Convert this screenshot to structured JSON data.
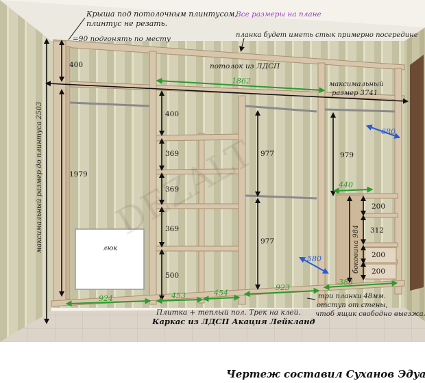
{
  "notes": {
    "roof": "Крыша под потолочным плинтусом,",
    "roof2": "плинтус не резать.",
    "all_sizes": "Все размеры  на плане",
    "fit": "=90 подгонять по месту",
    "plank_joint": "планка будет иметь стык примерно посередине",
    "ceiling": "потолок из ЛДСП",
    "max_size": "максимальный",
    "max_size2": "размер 3741",
    "side_max": "максимальный  размер до плинтуса 2503",
    "hatch": "люк",
    "side_wall": "боковина 984",
    "floor": "Плитка + теплый пол. Трек на клей.",
    "frame": "Каркас из ЛДСП Акация Лейкланд",
    "planks": "три планки 48мм.",
    "offset": "отступ от стены,",
    "drawer": "чтоб ящик свободно выезжал",
    "watermark": "DEZALT",
    "credit": "Чертеж составил Суханов Эдуард"
  },
  "dims": {
    "d400_top": "400",
    "d1862": "1862",
    "d400_a": "400",
    "d1979": "1979",
    "d369_a": "369",
    "d369_b": "369",
    "d369_c": "369",
    "d500": "500",
    "d977_a": "977",
    "d977_b": "977",
    "d979": "979",
    "d680": "680",
    "d440": "440",
    "d200_a": "200",
    "d312": "312",
    "d200_b": "200",
    "d200_c": "200",
    "d580": "580",
    "d924": "924",
    "d453": "453",
    "d454": "454",
    "d923": "923",
    "d383": "383"
  },
  "colors": {
    "board": "#d8c6ac",
    "board_edge": "#a8916f",
    "wall_a": "#c7c3a6",
    "wall_b": "#d9d6bd",
    "floor": "#d8cfc4",
    "green": "#2d9a2d",
    "blue": "#2a5bd6",
    "dark": "#111111"
  }
}
